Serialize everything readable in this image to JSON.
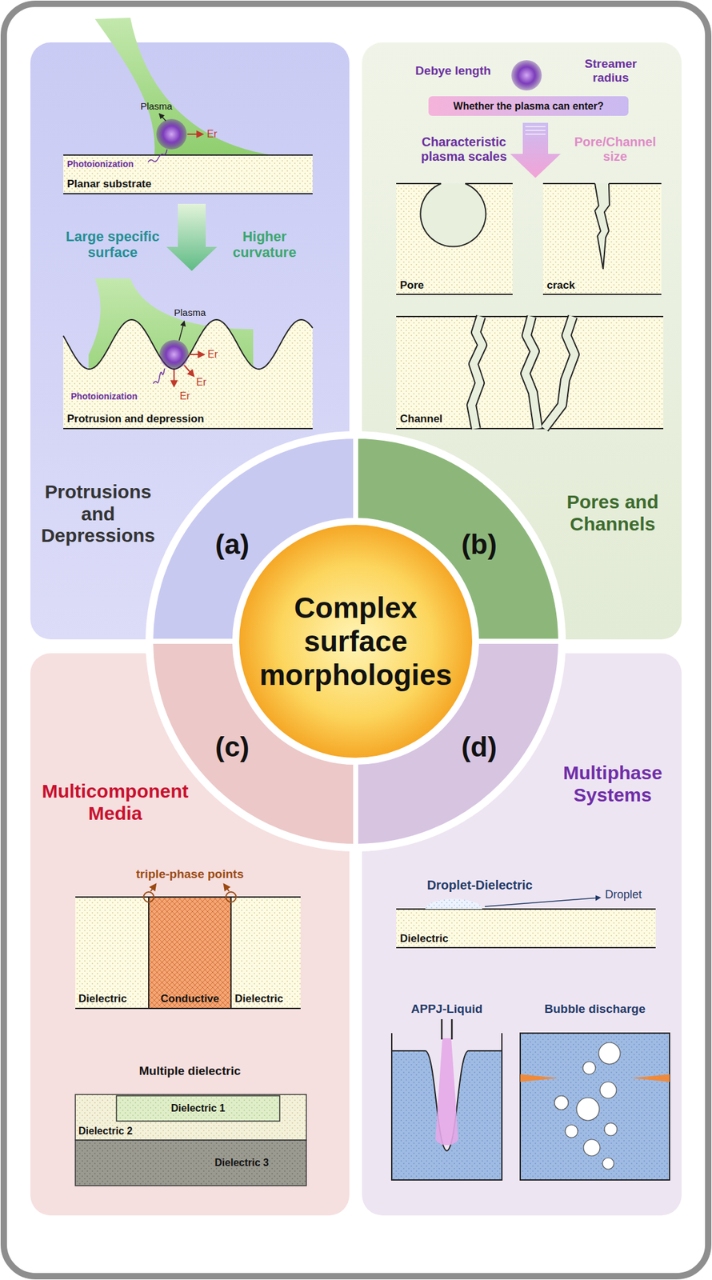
{
  "diagram": {
    "nodes": [
      {
        "text": [
          "Protrusions and Depressions"
        ]
      },
      {
        "text": [
          "Planar substrate"
        ],
        "in": 0
      },
      {
        "text": [
          "Protrusion and depression"
        ],
        "in": 0
      },
      {
        "text": [
          "Pores and Channels"
        ]
      },
      {
        "text": [
          "Whether the plasma can enter?"
        ],
        "in": 3
      },
      {
        "text": [
          "Pore"
        ],
        "in": 3
      },
      {
        "text": [
          "crack"
        ],
        "in": 3
      },
      {
        "text": [
          "Channel"
        ],
        "in": 3
      },
      {
        "text": [
          "Multicomponent Media"
        ]
      },
      {
        "text": [
          "Dielectric"
        ],
        "in": 8
      },
      {
        "text": [
          "Conductive"
        ],
        "in": 8
      },
      {
        "text": [
          "Dielectric"
        ],
        "in": 8
      },
      {
        "text": [
          "Dielectric 2"
        ],
        "in": 8
      },
      {
        "text": [
          "Dielectric 1"
        ],
        "in": 12
      },
      {
        "text": [
          "Dielectric 3"
        ],
        "in": 8
      },
      {
        "text": [
          "Multiphase Systems"
        ]
      },
      {
        "text": [
          "Dielectric"
        ],
        "in": 15
      },
      {
        "text": [
          "APPJ-Liquid"
        ],
        "in": 15
      },
      {
        "text": [
          "Bubble discharge"
        ],
        "in": 15
      },
      {
        "text": [
          "Complex surface morphologies"
        ]
      },
      {
        "text": [
          "(a)"
        ]
      },
      {
        "text": [
          "(b)"
        ]
      },
      {
        "text": [
          "(c)"
        ]
      },
      {
        "text": [
          "(d)"
        ]
      }
    ],
    "edges": [
      {
        "from": 1,
        "to": 2,
        "arrow": "to"
      }
    ],
    "labels": [
      "Plasma",
      "Er",
      "Photoionization",
      "Large specific surface",
      "Higher curvature",
      "Plasma",
      "Er",
      "Er",
      "Er",
      "Photoionization",
      "Debye length",
      "Streamer radius",
      "Characteristic plasma scales",
      "Pore/Channel size",
      "triple-phase points",
      "Multiple dielectric",
      "Droplet-Dielectric",
      "Droplet"
    ]
  }
}
